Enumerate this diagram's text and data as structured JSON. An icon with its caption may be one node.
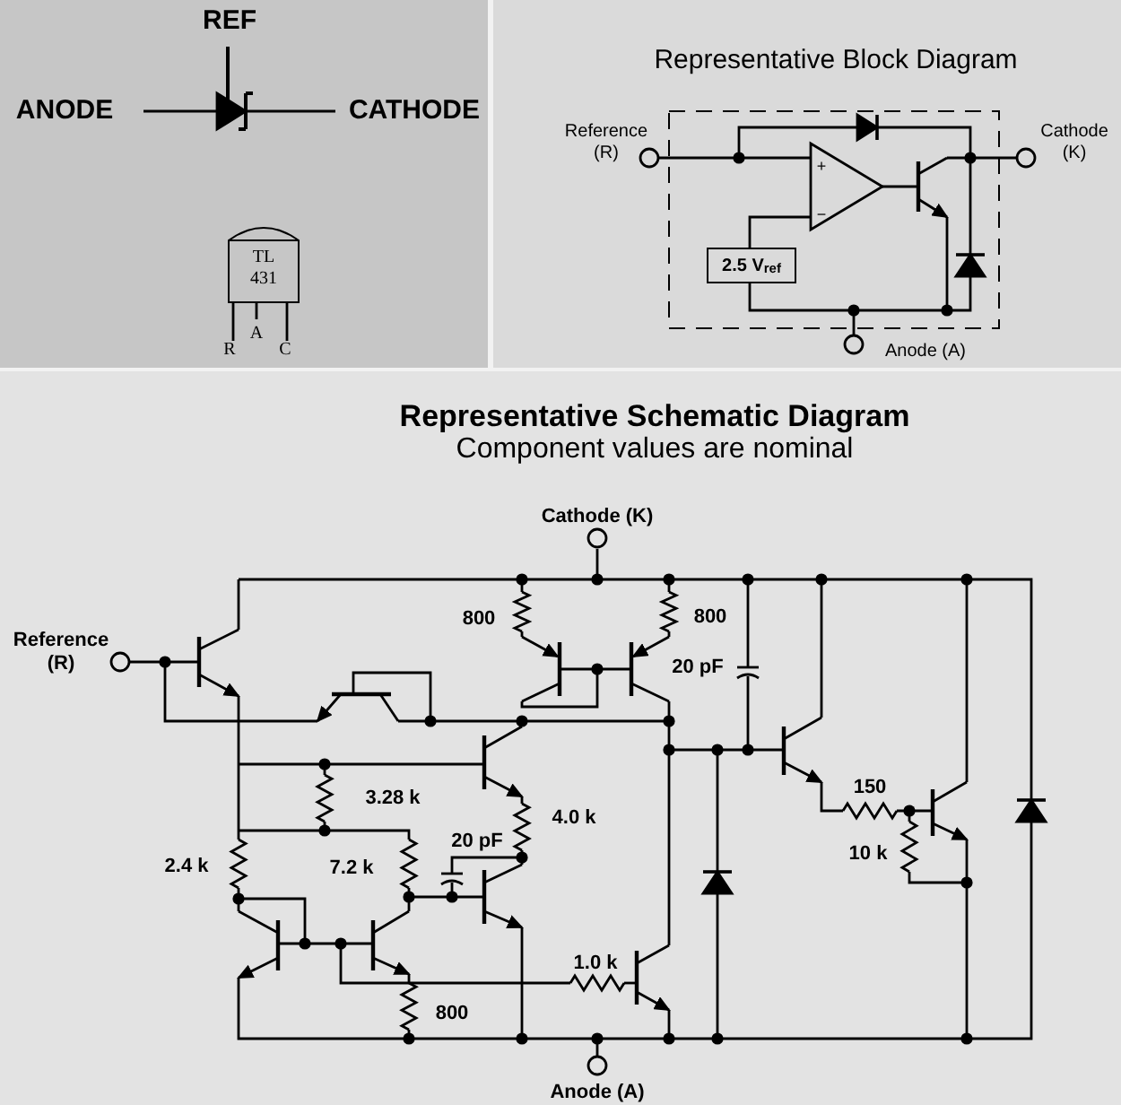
{
  "diagram": {
    "title": "Representative Schematic Diagram",
    "nodes": [
      {
        "text": [
          "TL 431"
        ]
      },
      {
        "text": [
          "2.5 V$_{ref}$"
        ]
      }
    ],
    "labels": [
      "REF",
      "ANODE",
      "CATHODE",
      "R",
      "A",
      "C",
      "Representative Block Diagram",
      "Reference (R)",
      "+",
      "−",
      "Cathode (K)",
      "Anode (A)",
      "Component values are nominal",
      "Cathode (K)",
      "Reference (R)",
      "800",
      "800",
      "20 pF",
      "3.28 k",
      "4.0 k",
      "2.4 k",
      "7.2 k",
      "20 pF",
      "1.0 k",
      "800",
      "150",
      "10 k",
      "Anode (A)"
    ]
  }
}
